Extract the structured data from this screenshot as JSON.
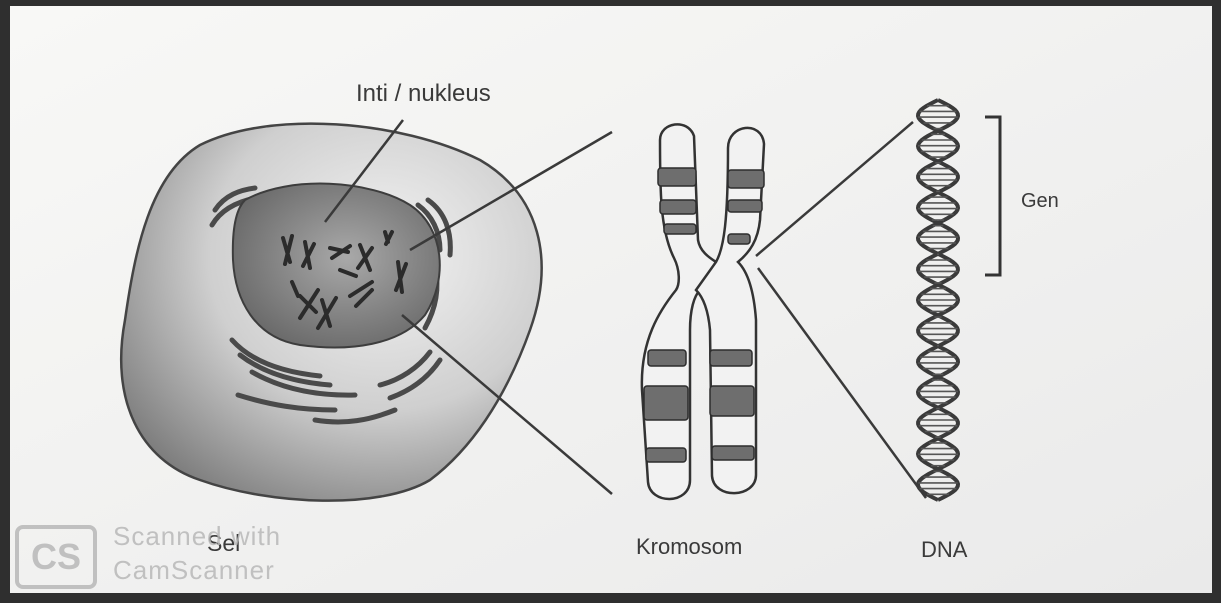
{
  "labels": {
    "nucleus": "Inti / nukleus",
    "gene": "Gen",
    "cell": "Sel",
    "chromosome": "Kromosom",
    "dna": "DNA"
  },
  "watermark": {
    "logo": "CS",
    "line1": "Scanned with",
    "line2": "CamScanner"
  },
  "colors": {
    "paper": "#f7f7f5",
    "ink": "#3a3a3a",
    "cell_fill": "#cfcfcf",
    "nucleus_fill": "#8a8a8a",
    "watermark": "#b8b8b8"
  }
}
